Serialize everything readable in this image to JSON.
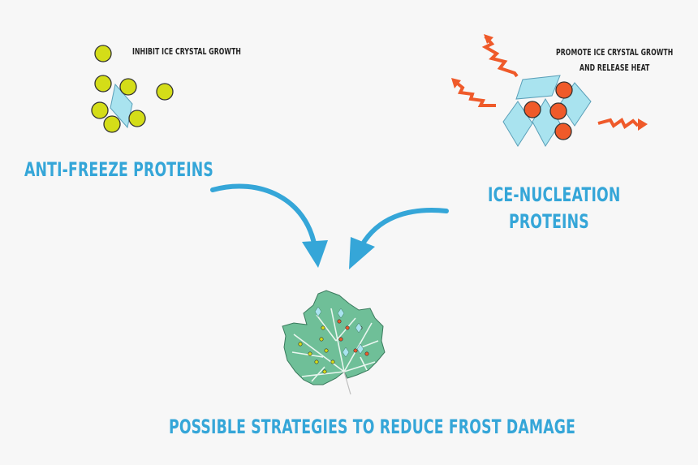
{
  "labels": {
    "inhibit": "INHIBIT ICE CRYSTAL GROWTH",
    "promote_line1": "PROMOTE ICE CRYSTAL GROWTH",
    "promote_line2": "AND RELEASE HEAT",
    "anti_freeze": "ANTI-FREEZE PROTEINS",
    "ice_nucleation_line1": "ICE-NUCLEATION",
    "ice_nucleation_line2": "PROTEINS",
    "strategies": "POSSIBLE STRATEGIES TO REDUCE FROST DAMAGE"
  },
  "colors": {
    "background": "#f7f7f7",
    "accent_blue": "#35a6d8",
    "protein_yellow": "#d4dd18",
    "protein_orange": "#ef5a2a",
    "ice_crystal": "#a9e3ef",
    "leaf_green": "#6fbf98",
    "leaf_vein": "#e9f6ef"
  },
  "icons": {
    "arrow_left": "curved-arrow-icon",
    "arrow_right": "curved-arrow-icon",
    "heat": "zigzag-heat-arrow-icon",
    "leaf": "grape-leaf-icon"
  }
}
